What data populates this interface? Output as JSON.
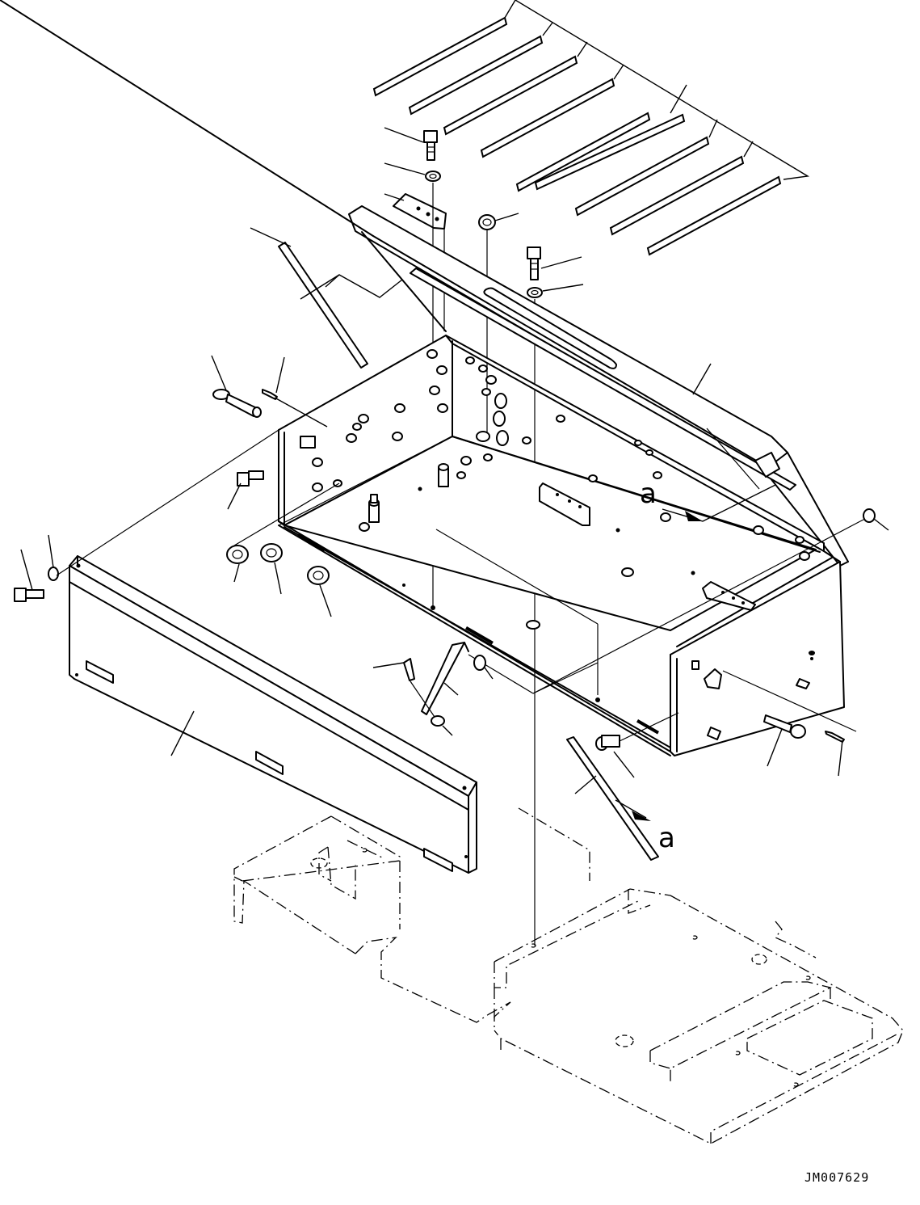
{
  "drawing": {
    "view_marker_1": "a",
    "view_marker_2": "a",
    "drawing_code": "JM007629"
  },
  "icons": {
    "arrow": "view-arrow-icon",
    "bolt": "bolt-icon",
    "washer": "washer-icon",
    "grommet": "grommet-icon",
    "pin": "pin-icon",
    "latch": "latch-handle-icon"
  }
}
